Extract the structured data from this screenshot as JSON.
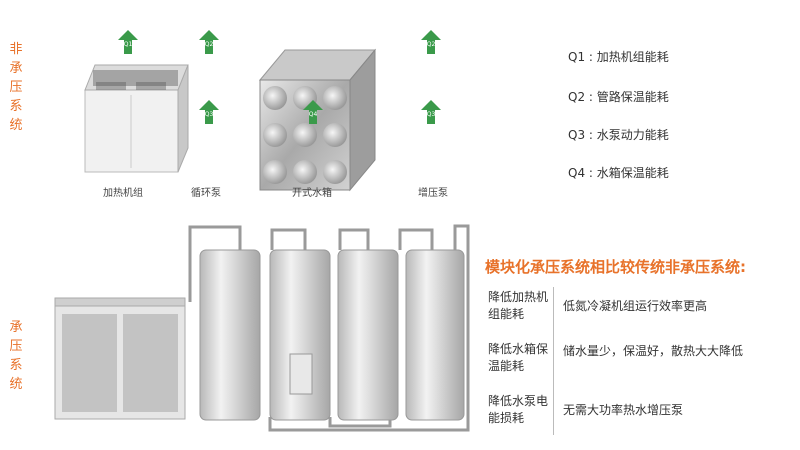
{
  "sections": {
    "non_pressurized_label": "非承压系统",
    "pressurized_label": "承压系统"
  },
  "top_diagram": {
    "captions": {
      "heat_pump": "加热机组",
      "circulation_pump": "循环泵",
      "open_tank": "开式水箱",
      "booster_pump": "增压泵"
    },
    "arrows": [
      {
        "id": "q1",
        "sub": "Q1"
      },
      {
        "id": "q2",
        "sub": "Q2"
      },
      {
        "id": "q3",
        "sub": "Q3"
      },
      {
        "id": "q4",
        "sub": "Q4"
      },
      {
        "id": "q2b",
        "sub": "Q2"
      },
      {
        "id": "q3b",
        "sub": "Q3"
      }
    ],
    "arrow_color": "#3a9a4a"
  },
  "legend": [
    {
      "key": "Q1",
      "text": "加热机组能耗"
    },
    {
      "key": "Q2",
      "text": "管路保温能耗"
    },
    {
      "key": "Q3",
      "text": "水泵动力能耗"
    },
    {
      "key": "Q4",
      "text": "水箱保温能耗"
    }
  ],
  "comparison": {
    "heading": "模块化承压系统相比较传统非承压系统:",
    "rows": [
      {
        "label": "降低加热机组能耗",
        "desc": "低氮冷凝机组运行效率更高"
      },
      {
        "label": "降低水箱保温能耗",
        "desc": "储水量少，保温好，散热大大降低"
      },
      {
        "label": "降低水泵电能损耗",
        "desc": "无需大功率热水增压泵"
      }
    ]
  },
  "colors": {
    "accent": "#e8722a",
    "arrow": "#3a9a4a"
  }
}
